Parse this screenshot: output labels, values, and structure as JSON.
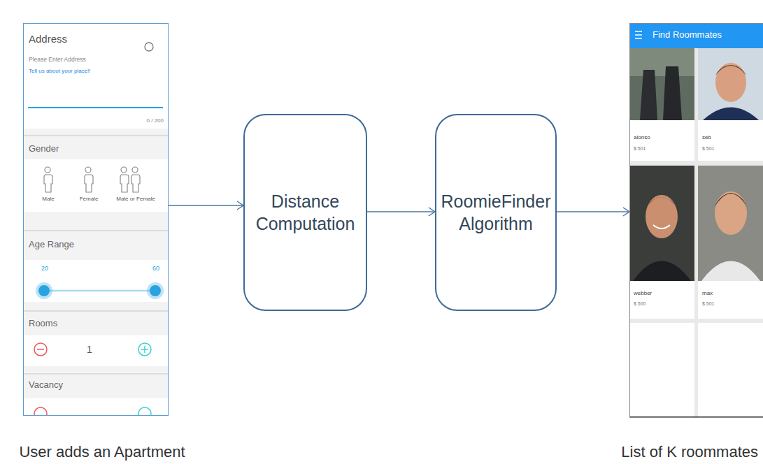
{
  "diagram": {
    "nodes": [
      {
        "text": [
          "Address",
          "Please Enter Address",
          "Tell us about your place!!",
          "0 / 200",
          "Gender",
          "Male",
          "Female",
          "Male or Female",
          "Age Range",
          "20",
          "60",
          "Rooms",
          "1",
          "Vacancy",
          "User adds an Apartment"
        ]
      },
      {
        "text": [
          "Distance Computation"
        ]
      },
      {
        "text": [
          "RoomieFinder Algorithm"
        ]
      },
      {
        "text": [
          "Find Roommates",
          "alonso",
          "$ 501",
          "seb",
          "$ 501",
          "webber",
          "$ 500",
          "max",
          "$ 501",
          "List of K roommates"
        ]
      }
    ],
    "edges": [
      {
        "from": 0,
        "to": 1,
        "arrow": "to"
      },
      {
        "from": 1,
        "to": 2,
        "arrow": "to"
      },
      {
        "from": 2,
        "to": 3,
        "arrow": "to"
      }
    ]
  }
}
